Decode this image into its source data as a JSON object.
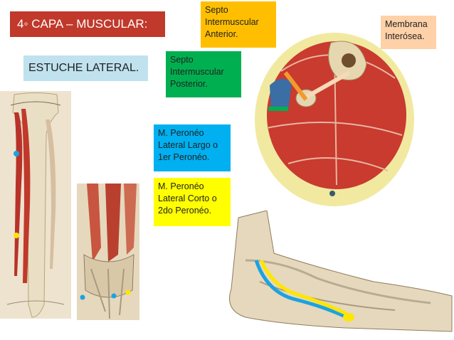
{
  "slide": {
    "title": "4◦ CAPA – MUSCULAR:",
    "subtitle": "ESTUCHE LATERAL."
  },
  "labels": {
    "septo_anterior": [
      "Septo",
      "Intermuscular",
      "Anterior."
    ],
    "membrana": [
      "Membrana",
      "Interósea."
    ],
    "septo_posterior": [
      "Septo",
      "Intermuscular",
      "Posterior."
    ],
    "peroneo_largo": [
      "M. Peronéo",
      "Lateral Largo o",
      "1er Peronéo."
    ],
    "peroneo_corto": [
      "M. Peronéo",
      "Lateral Corto o",
      "2do Peronéo."
    ]
  },
  "colors": {
    "title_bg": "#c0392b",
    "subtitle_bg": "#bfe2ee",
    "orange": "#ffbf00",
    "peach": "#ffd1a8",
    "green": "#00b050",
    "blue": "#00b0f0",
    "yellow": "#ffff00"
  },
  "images": [
    {
      "name": "leg-anterior-illustration",
      "description": "anatomical illustration"
    },
    {
      "name": "ankle-anterior-illustration",
      "description": "anatomical illustration"
    },
    {
      "name": "leg-cross-section-illustration",
      "description": "anatomical illustration"
    },
    {
      "name": "foot-lateral-illustration",
      "description": "anatomical illustration"
    }
  ]
}
